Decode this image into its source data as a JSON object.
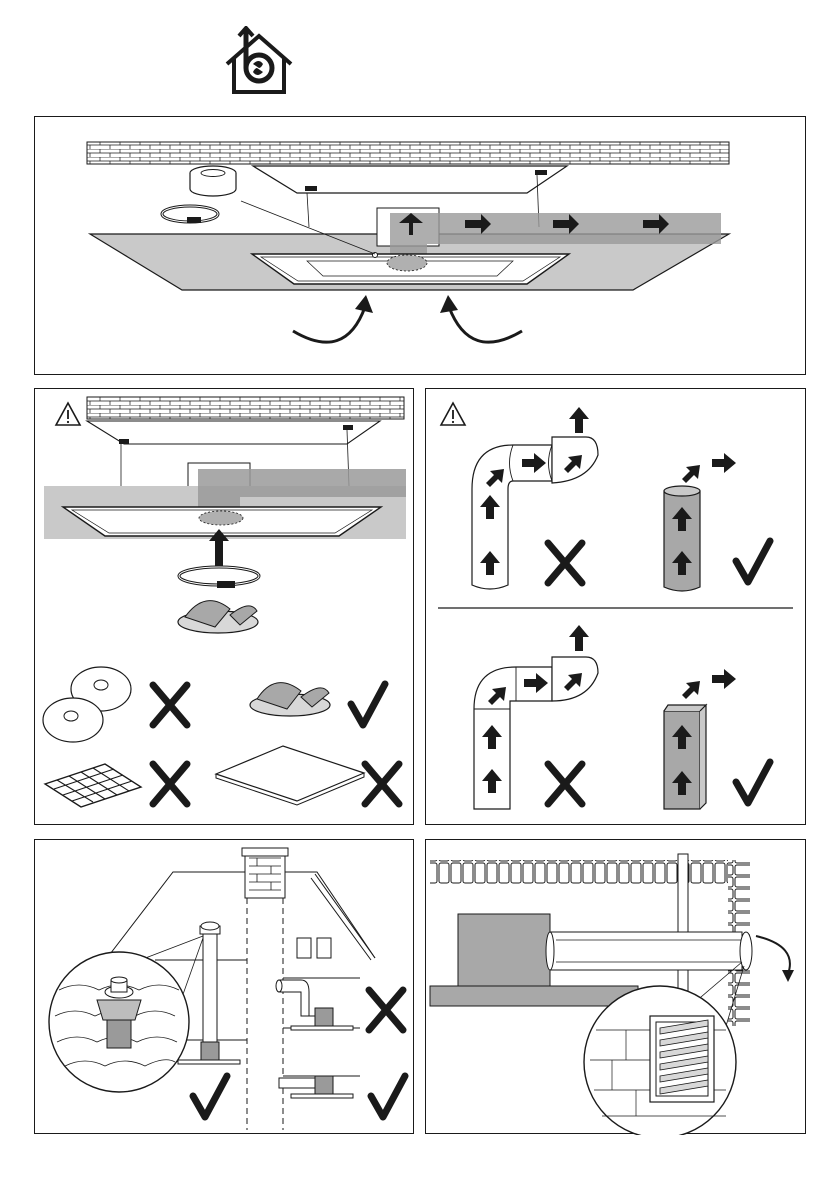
{
  "logo": {
    "icon": "house-fan-logo-icon"
  },
  "colors": {
    "line": "#1a1a1a",
    "duct_fill": "#bdbdbd",
    "duct_dark": "#9a9a9a",
    "ceiling": "#c9c9c9",
    "brick": "#ffffff"
  },
  "panels": {
    "top": {
      "name": "installation-overview",
      "icons": [
        "brick-wall-icon",
        "hood-icon",
        "tape-roll-icon",
        "hose-clamp-icon",
        "airflow-arrow-icon",
        "recirculation-arrow-icon"
      ]
    },
    "middle_left": {
      "name": "duct-connection",
      "icons": [
        "warning-icon",
        "charcoal-filter-icon",
        "grease-filter-icon",
        "cross-icon",
        "check-icon"
      ]
    },
    "middle_right": {
      "name": "duct-shape-guidance",
      "icons": [
        "warning-icon",
        "elbow-duct-icon",
        "straight-duct-icon",
        "cross-icon",
        "check-icon"
      ]
    },
    "bottom_left": {
      "name": "roof-exhaust",
      "icons": [
        "house-icon",
        "roof-vent-icon",
        "cross-icon",
        "check-icon"
      ]
    },
    "bottom_right": {
      "name": "wall-exhaust",
      "icons": [
        "wall-icon",
        "louvre-grille-icon",
        "rotation-arrow-icon"
      ]
    }
  }
}
